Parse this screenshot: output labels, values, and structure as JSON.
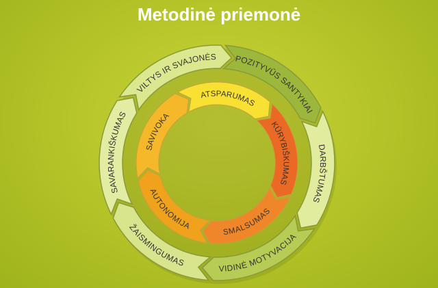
{
  "slide": {
    "title": "Metodinė priemonė"
  },
  "outer_ring": [
    {
      "label": "POZITYVŪS SANTYKIAI",
      "color": "#9cb83c"
    },
    {
      "label": "DARBŠTUMAS",
      "color": "#e1ec9e"
    },
    {
      "label": "VIDINĖ MOTYVACIJA",
      "color": "#b7cc55"
    },
    {
      "label": "ŽAISMINGUMAS",
      "color": "#d8e58c"
    },
    {
      "label": "SAVARANKIŠKUMAS",
      "color": "#e2eda3"
    },
    {
      "label": "VILTYS IR SVAJONĖS",
      "color": "#dbe88f"
    }
  ],
  "inner_ring": [
    {
      "label": "ATSPARUMAS",
      "color": "#f9e133"
    },
    {
      "label": "KŪRYBIŠKUMAS",
      "color": "#ea6a25"
    },
    {
      "label": "SMALSUMAS",
      "color": "#f0862a"
    },
    {
      "label": "AUTONOMIJA",
      "color": "#f0a21c"
    },
    {
      "label": "SAVIVOKA",
      "color": "#f5b82a"
    }
  ]
}
